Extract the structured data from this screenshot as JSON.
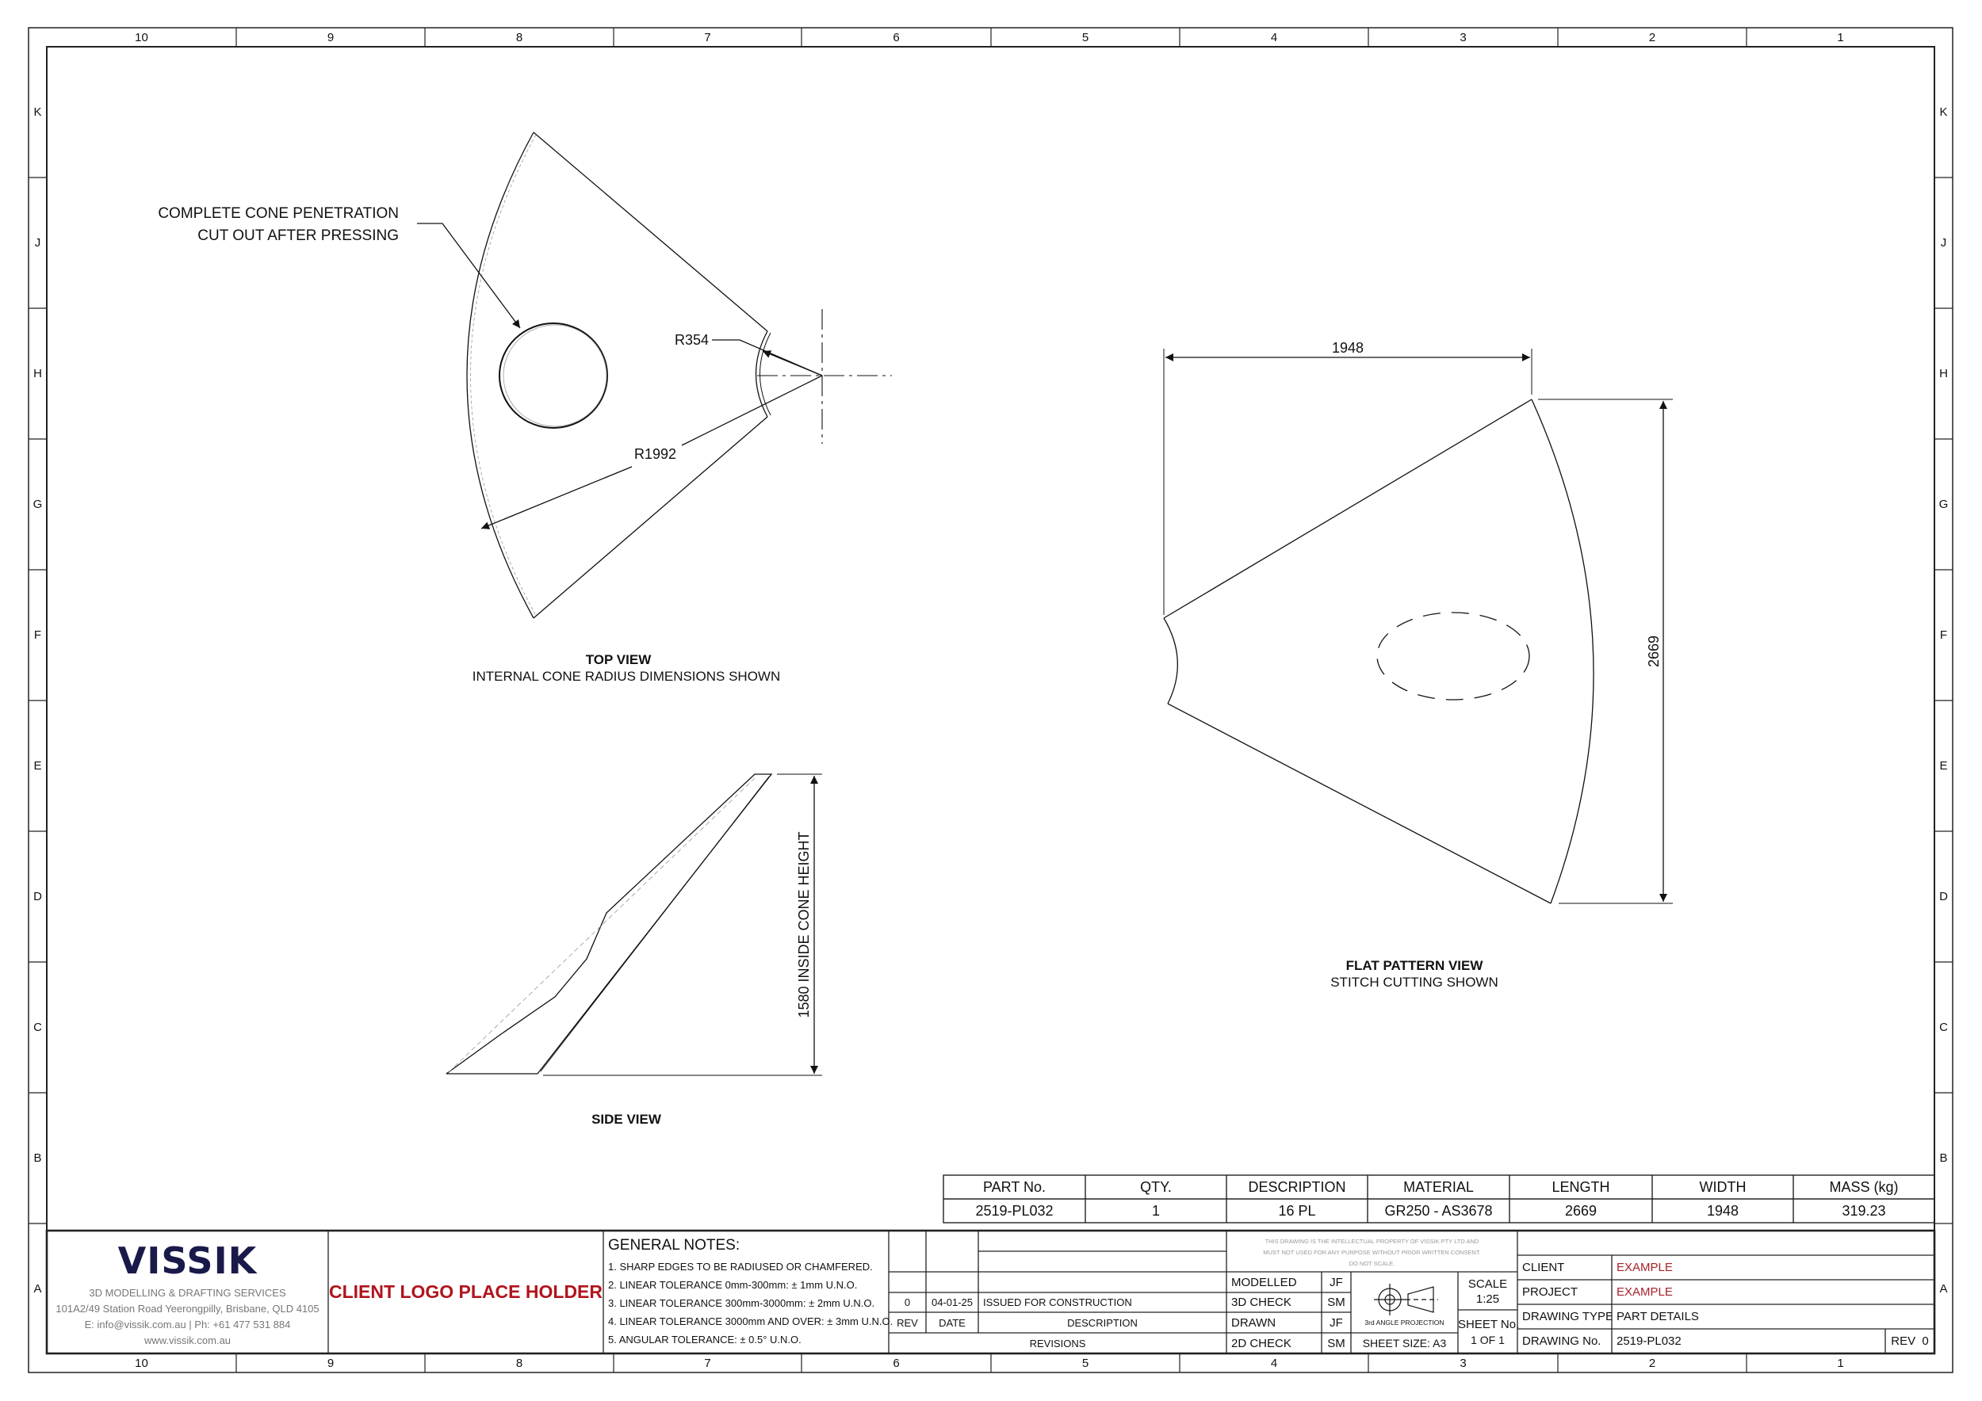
{
  "sheet": {
    "columns": [
      "10",
      "9",
      "8",
      "7",
      "6",
      "5",
      "4",
      "3",
      "2",
      "1"
    ],
    "rows": [
      "K",
      "J",
      "H",
      "G",
      "F",
      "E",
      "D",
      "C",
      "B",
      "A"
    ]
  },
  "top_view": {
    "leader_line1": "COMPLETE CONE PENETRATION",
    "leader_line2": "CUT OUT AFTER PRESSING",
    "inner_radius": "R354",
    "outer_radius": "R1992",
    "title": "TOP VIEW",
    "subtitle": "INTERNAL CONE RADIUS DIMENSIONS SHOWN"
  },
  "side_view": {
    "height_dim": "1580 INSIDE CONE HEIGHT",
    "title": "SIDE VIEW"
  },
  "flat_pattern": {
    "width_dim": "1948",
    "height_dim": "2669",
    "title": "FLAT PATTERN VIEW",
    "subtitle": "STITCH CUTTING SHOWN"
  },
  "parts_table": {
    "headers": [
      "PART No.",
      "QTY.",
      "DESCRIPTION",
      "MATERIAL",
      "LENGTH",
      "WIDTH",
      "MASS (kg)"
    ],
    "row": [
      "2519-PL032",
      "1",
      "16 PL",
      "GR250 - AS3678",
      "2669",
      "1948",
      "319.23"
    ]
  },
  "company": {
    "name": "VISSIK",
    "tagline": "3D MODELLING & DRAFTING SERVICES",
    "address": "101A2/49 Station Road Yeerongpilly, Brisbane, QLD 4105",
    "contact": "E: info@vissik.com.au | Ph: +61 477 531 884",
    "website": "www.vissik.com.au",
    "brand_color": "#1a1a4a"
  },
  "client_logo": {
    "text": "CLIENT LOGO PLACE HOLDER",
    "color": "#b0141c"
  },
  "notes": {
    "heading": "GENERAL NOTES:",
    "items": [
      "1. SHARP EDGES TO BE RADIUSED OR CHAMFERED.",
      "2. LINEAR TOLERANCE 0mm-300mm: ± 1mm U.N.O.",
      "3. LINEAR TOLERANCE 300mm-3000mm: ± 2mm U.N.O.",
      "4. LINEAR TOLERANCE 3000mm AND OVER: ± 3mm U.N.O.",
      "5. ANGULAR TOLERANCE: ± 0.5° U.N.O."
    ]
  },
  "revisions": {
    "rows": [
      {
        "rev": "",
        "date": "",
        "description": ""
      },
      {
        "rev": "",
        "date": "",
        "description": ""
      },
      {
        "rev": "",
        "date": "",
        "description": ""
      },
      {
        "rev": "0",
        "date": "04-01-25",
        "description": "ISSUED FOR CONSTRUCTION"
      }
    ],
    "header_rev": "REV",
    "header_date": "DATE",
    "header_description": "DESCRIPTION",
    "title": "REVISIONS"
  },
  "copyright": {
    "line1": "THIS DRAWING IS THE INTELLECTUAL PROPERTY OF VISSIK PTY LTD AND",
    "line2": "MUST NOT USED FOR ANY PURPOSE WITHOUT PRIOR WRITTEN CONSENT.",
    "line3": "DO NOT SCALE."
  },
  "checks": [
    {
      "label": "MODELLED",
      "initials": "JF"
    },
    {
      "label": "3D CHECK",
      "initials": "SM"
    },
    {
      "label": "DRAWN",
      "initials": "JF"
    },
    {
      "label": "2D CHECK",
      "initials": "SM"
    }
  ],
  "projection": {
    "label": "3rd ANGLE PROJECTION",
    "sheet_size": "SHEET SIZE: A3"
  },
  "scale": {
    "label": "SCALE",
    "value": "1:25"
  },
  "sheet_no": {
    "label": "SHEET No.",
    "value": "1 OF 1"
  },
  "info": {
    "client_label": "CLIENT",
    "client_value": "EXAMPLE",
    "project_label": "PROJECT",
    "project_value": "EXAMPLE",
    "type_label": "DRAWING TYPE",
    "type_value": "PART DETAILS",
    "number_label": "DRAWING No.",
    "number_value": "2519-PL032",
    "revision": "REV  0"
  }
}
